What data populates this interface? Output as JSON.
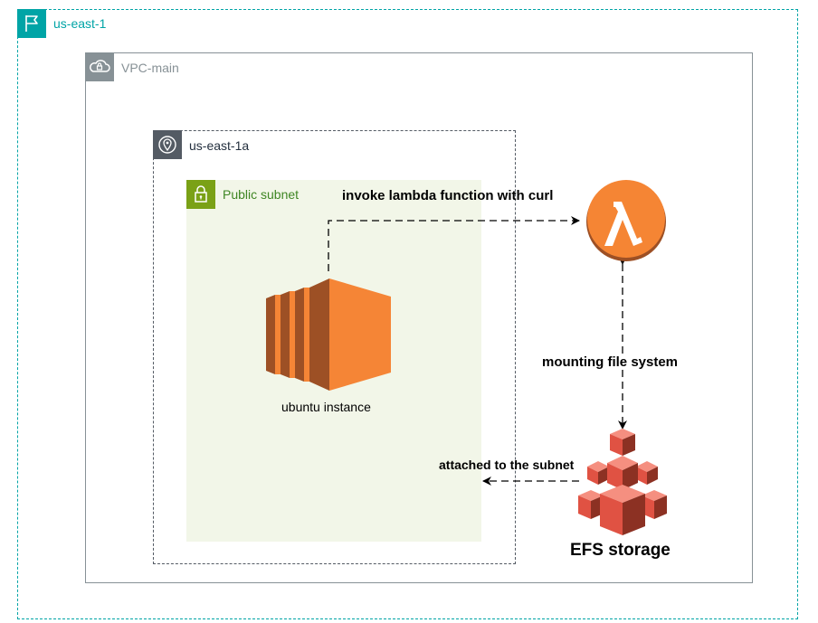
{
  "diagram": {
    "region": {
      "label": "us-east-1",
      "icon": "flag-icon"
    },
    "vpc": {
      "label": "VPC-main",
      "icon": "cloud-lock-icon"
    },
    "az": {
      "label": "us-east-1a",
      "icon": "location-pin-icon"
    },
    "subnet": {
      "label": "Public subnet",
      "icon": "padlock-icon"
    },
    "ec2": {
      "label": "ubuntu instance",
      "icon": "ec2-instance-icon"
    },
    "lambda": {
      "icon": "lambda-icon"
    },
    "efs": {
      "label": "EFS storage",
      "icon": "efs-icon"
    },
    "edges": {
      "invoke": "invoke lambda function with curl",
      "mount": "mounting file system",
      "attach": "attached to the subnet"
    }
  },
  "colors": {
    "region_border": "#00A4A6",
    "vpc_border": "#879196",
    "az_border": "#545B64",
    "subnet_fill": "#F2F6E8",
    "subnet_accent": "#7AA116",
    "ec2_orange": "#F58536",
    "lambda_orange": "#F58534",
    "efs_red": "#E05243"
  }
}
